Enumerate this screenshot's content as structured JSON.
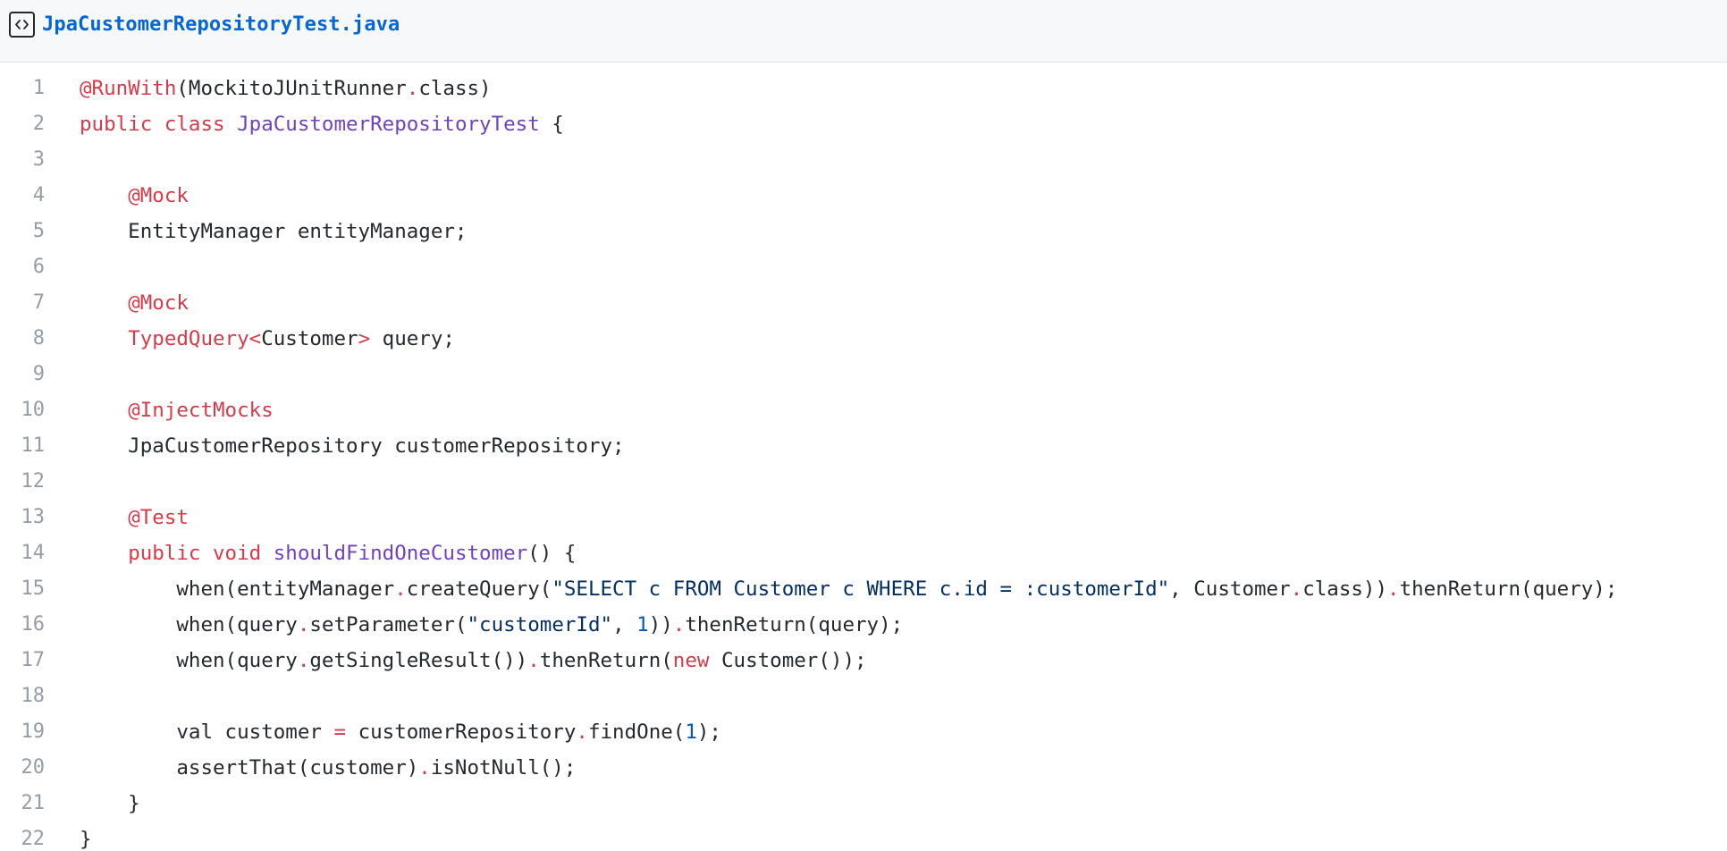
{
  "file": {
    "icon": "code-file-icon",
    "name": "JpaCustomerRepositoryTest.java"
  },
  "colors": {
    "keyword": "#d73a49",
    "class": "#6f42c1",
    "string": "#032f62",
    "number": "#005cc5",
    "plain": "#24292e",
    "line_number": "#959da5",
    "header_bg": "#f6f8fa",
    "file_name": "#0366d6"
  },
  "code_lines": [
    {
      "n": "1",
      "tokens": [
        [
          "annotation",
          "@RunWith"
        ],
        [
          "plain",
          "(MockitoJUnitRunner"
        ],
        [
          "op",
          "."
        ],
        [
          "plain",
          "class)"
        ]
      ]
    },
    {
      "n": "2",
      "tokens": [
        [
          "keyword",
          "public"
        ],
        [
          "plain",
          " "
        ],
        [
          "keyword",
          "class"
        ],
        [
          "plain",
          " "
        ],
        [
          "class",
          "JpaCustomerRepositoryTest"
        ],
        [
          "plain",
          " {"
        ]
      ]
    },
    {
      "n": "3",
      "tokens": []
    },
    {
      "n": "4",
      "tokens": [
        [
          "plain",
          "    "
        ],
        [
          "annotation",
          "@Mock"
        ]
      ]
    },
    {
      "n": "5",
      "tokens": [
        [
          "plain",
          "    EntityManager entityManager;"
        ]
      ]
    },
    {
      "n": "6",
      "tokens": []
    },
    {
      "n": "7",
      "tokens": [
        [
          "plain",
          "    "
        ],
        [
          "annotation",
          "@Mock"
        ]
      ]
    },
    {
      "n": "8",
      "tokens": [
        [
          "plain",
          "    "
        ],
        [
          "type",
          "TypedQuery"
        ],
        [
          "op",
          "<"
        ],
        [
          "plain",
          "Customer"
        ],
        [
          "op",
          ">"
        ],
        [
          "plain",
          " query;"
        ]
      ]
    },
    {
      "n": "9",
      "tokens": []
    },
    {
      "n": "10",
      "tokens": [
        [
          "plain",
          "    "
        ],
        [
          "annotation",
          "@InjectMocks"
        ]
      ]
    },
    {
      "n": "11",
      "tokens": [
        [
          "plain",
          "    JpaCustomerRepository customerRepository;"
        ]
      ]
    },
    {
      "n": "12",
      "tokens": []
    },
    {
      "n": "13",
      "tokens": [
        [
          "plain",
          "    "
        ],
        [
          "annotation",
          "@Test"
        ]
      ]
    },
    {
      "n": "14",
      "tokens": [
        [
          "plain",
          "    "
        ],
        [
          "keyword",
          "public"
        ],
        [
          "plain",
          " "
        ],
        [
          "keyword",
          "void"
        ],
        [
          "plain",
          " "
        ],
        [
          "method",
          "shouldFindOneCustomer"
        ],
        [
          "plain",
          "() {"
        ]
      ]
    },
    {
      "n": "15",
      "tokens": [
        [
          "plain",
          "        when(entityManager"
        ],
        [
          "op",
          "."
        ],
        [
          "plain",
          "createQuery("
        ],
        [
          "string",
          "\"SELECT c FROM Customer c WHERE c.id = :customerId\""
        ],
        [
          "plain",
          ", Customer"
        ],
        [
          "op",
          "."
        ],
        [
          "plain",
          "class))"
        ],
        [
          "op",
          "."
        ],
        [
          "plain",
          "thenReturn(query);"
        ]
      ]
    },
    {
      "n": "16",
      "tokens": [
        [
          "plain",
          "        when(query"
        ],
        [
          "op",
          "."
        ],
        [
          "plain",
          "setParameter("
        ],
        [
          "string",
          "\"customerId\""
        ],
        [
          "plain",
          ", "
        ],
        [
          "number",
          "1"
        ],
        [
          "plain",
          "))"
        ],
        [
          "op",
          "."
        ],
        [
          "plain",
          "thenReturn(query);"
        ]
      ]
    },
    {
      "n": "17",
      "tokens": [
        [
          "plain",
          "        when(query"
        ],
        [
          "op",
          "."
        ],
        [
          "plain",
          "getSingleResult())"
        ],
        [
          "op",
          "."
        ],
        [
          "plain",
          "thenReturn("
        ],
        [
          "keyword",
          "new"
        ],
        [
          "plain",
          " Customer());"
        ]
      ]
    },
    {
      "n": "18",
      "tokens": []
    },
    {
      "n": "19",
      "tokens": [
        [
          "plain",
          "        val customer "
        ],
        [
          "op",
          "="
        ],
        [
          "plain",
          " customerRepository"
        ],
        [
          "op",
          "."
        ],
        [
          "plain",
          "findOne("
        ],
        [
          "number",
          "1"
        ],
        [
          "plain",
          ");"
        ]
      ]
    },
    {
      "n": "20",
      "tokens": [
        [
          "plain",
          "        assertThat(customer)"
        ],
        [
          "op",
          "."
        ],
        [
          "plain",
          "isNotNull();"
        ]
      ]
    },
    {
      "n": "21",
      "tokens": [
        [
          "plain",
          "    }"
        ]
      ]
    },
    {
      "n": "22",
      "tokens": [
        [
          "plain",
          "}"
        ]
      ]
    }
  ]
}
